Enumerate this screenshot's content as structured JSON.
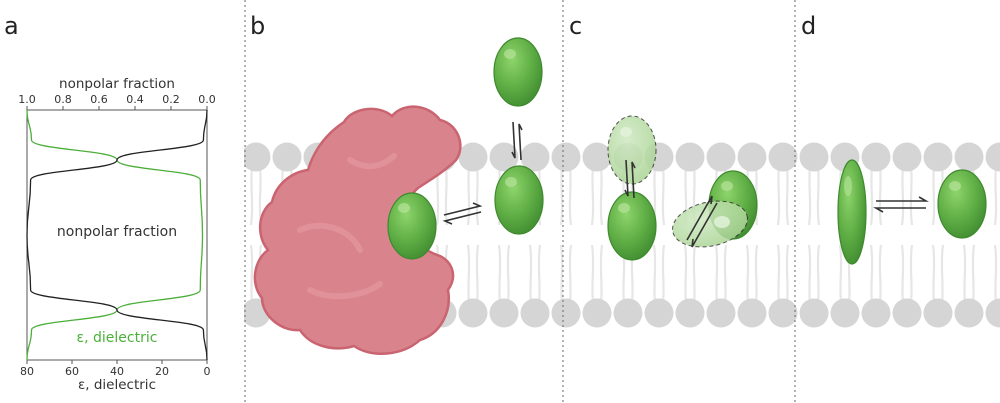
{
  "panels": {
    "a": {
      "letter": "a",
      "chart_data": {
        "type": "line",
        "top_axis": {
          "label": "nonpolar fraction",
          "ticks": [
            "1.0",
            "0.8",
            "0.6",
            "0.4",
            "0.2",
            "0.0"
          ],
          "range": [
            1.0,
            0.0
          ]
        },
        "bottom_axis": {
          "label": "ε, dielectric",
          "ticks": [
            "80",
            "60",
            "40",
            "20",
            "0"
          ],
          "range": [
            80,
            0
          ]
        },
        "series": [
          {
            "name": "nonpolar fraction",
            "color": "#222222",
            "profile": [
              [
                0,
                0.0
              ],
              [
                0.12,
                0.02
              ],
              [
                0.2,
                0.5
              ],
              [
                0.28,
                0.98
              ],
              [
                0.5,
                1.0
              ],
              [
                0.72,
                0.98
              ],
              [
                0.8,
                0.5
              ],
              [
                0.88,
                0.02
              ],
              [
                1,
                0.0
              ]
            ]
          },
          {
            "name": "ε, dielectric",
            "color": "#4caf3a",
            "profile": [
              [
                0,
                80
              ],
              [
                0.12,
                78
              ],
              [
                0.2,
                40
              ],
              [
                0.28,
                3
              ],
              [
                0.5,
                2
              ],
              [
                0.72,
                3
              ],
              [
                0.8,
                40
              ],
              [
                0.88,
                78
              ],
              [
                1,
                80
              ]
            ]
          }
        ],
        "labels": {
          "inside": "nonpolar fraction",
          "bottom": "ε, dielectric"
        }
      }
    },
    "b": {
      "letter": "b"
    },
    "c": {
      "letter": "c"
    },
    "d": {
      "letter": "d"
    }
  },
  "colors": {
    "membrane_head": "#d5d5d6",
    "membrane_tail": "#e6e6e7",
    "protein_fill": "#d9848d",
    "protein_edge": "#c96470",
    "ligand_dark": "#4d9a3a",
    "ligand_light": "#7cc25e",
    "dielectric_curve": "#4caf3a",
    "nonpolar_curve": "#222222"
  }
}
